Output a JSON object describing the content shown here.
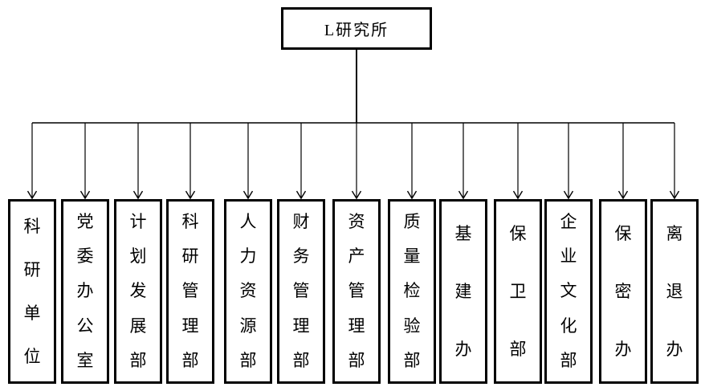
{
  "diagram": {
    "type": "org-chart",
    "root": {
      "label": "L研究所"
    },
    "departments": [
      {
        "label": "科研单位"
      },
      {
        "label": "党委办公室"
      },
      {
        "label": "计划发展部"
      },
      {
        "label": "科研管理部"
      },
      {
        "label": "人力资源部"
      },
      {
        "label": "财务管理部"
      },
      {
        "label": "资产管理部"
      },
      {
        "label": "质量检验部"
      },
      {
        "label": "基建办"
      },
      {
        "label": "保卫部"
      },
      {
        "label": "企业文化部"
      },
      {
        "label": "保密办"
      },
      {
        "label": "离退办"
      }
    ]
  },
  "colors": {
    "line": "#000000",
    "background": "#ffffff",
    "text": "#000000"
  }
}
